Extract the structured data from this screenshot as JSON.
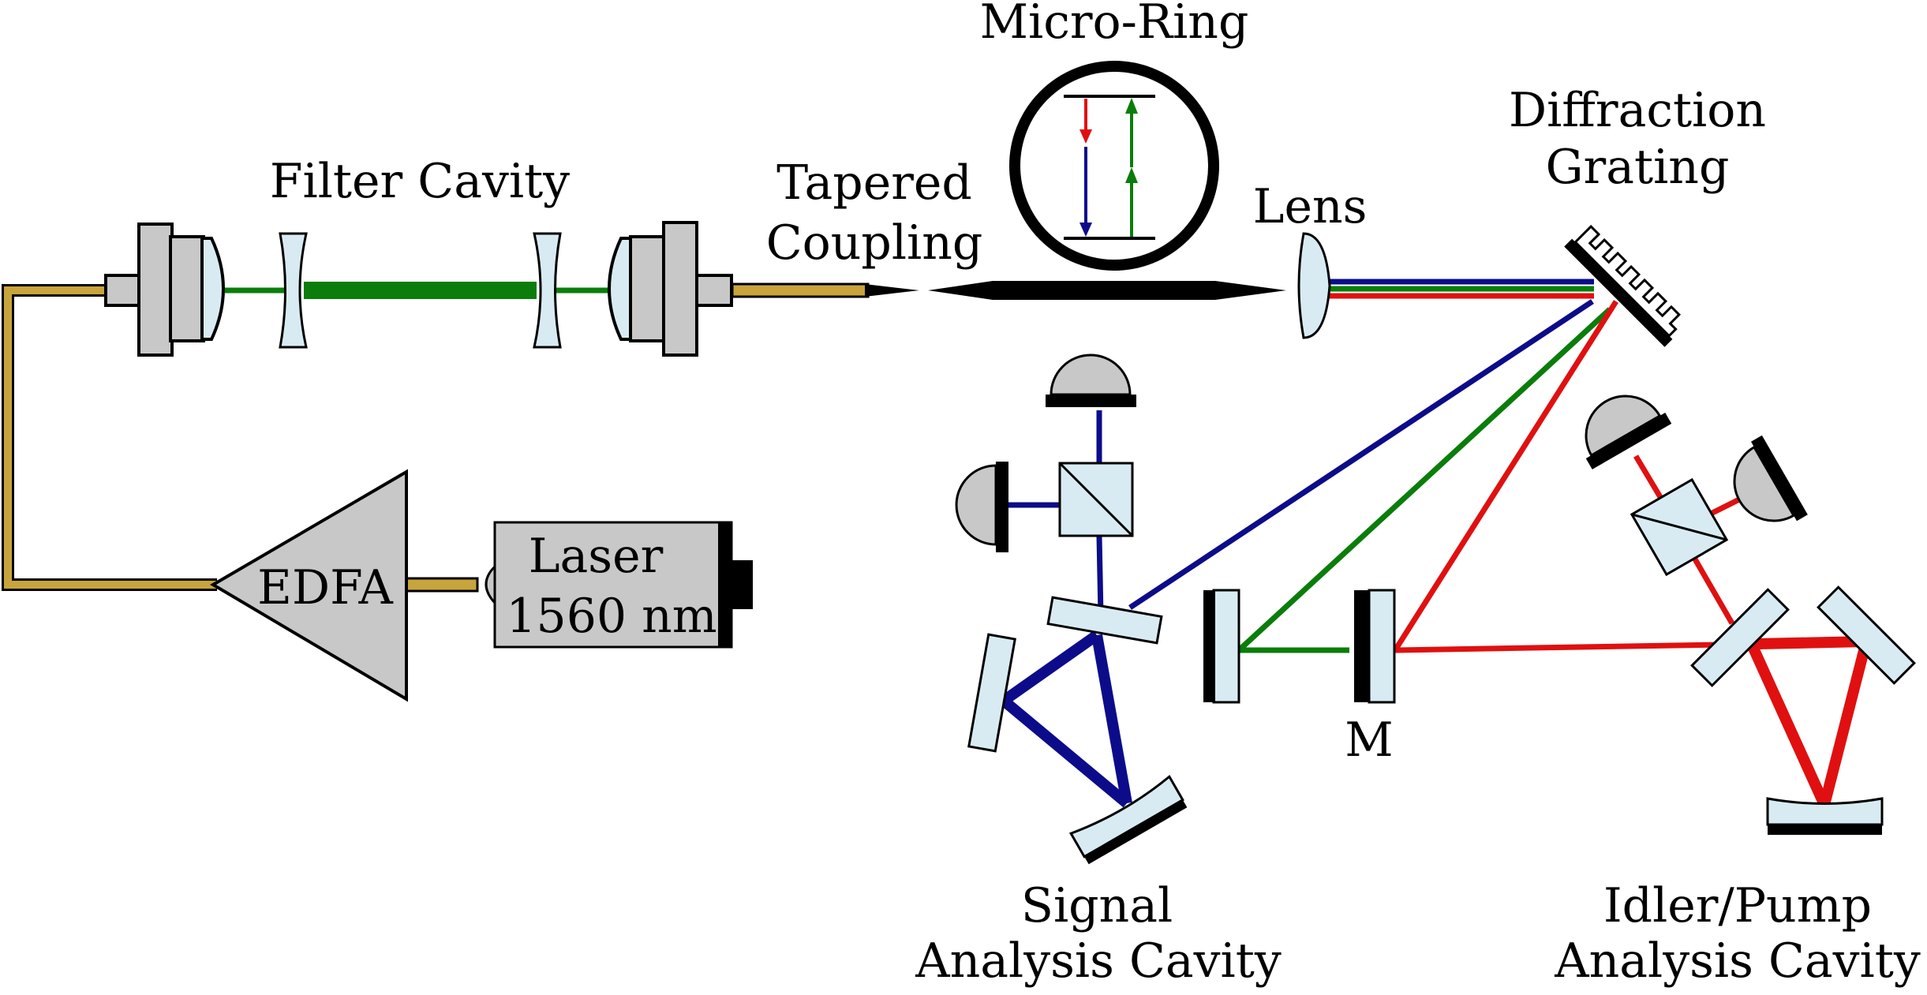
{
  "labels": {
    "micro_ring": "Micro-Ring",
    "filter_cavity": "Filter Cavity",
    "tapered_coupling": [
      "Tapered",
      "Coupling"
    ],
    "lens": "Lens",
    "diffraction_grating": [
      "Diffraction",
      "Grating"
    ],
    "edfa": "EDFA",
    "laser": [
      "Laser",
      "1560 nm"
    ],
    "mirror_m": "M",
    "signal_cavity": [
      "Signal",
      "Analysis Cavity"
    ],
    "idler_cavity": [
      "Idler/Pump",
      "Analysis Cavity"
    ]
  },
  "colors": {
    "fiber": "#c8a43c",
    "pump": "#0a7d0a",
    "signal": "#0c0c8a",
    "idler": "#e01010",
    "optic": "#d9ebf2",
    "housing": "#c8c8c8",
    "outline": "#000000"
  },
  "icons": [
    "fiber-collimator-icon",
    "lens-icon",
    "mirror-icon",
    "beam-splitter-icon",
    "photodetector-icon",
    "amplifier-icon",
    "laser-icon",
    "grating-icon",
    "ring-resonator-icon"
  ]
}
